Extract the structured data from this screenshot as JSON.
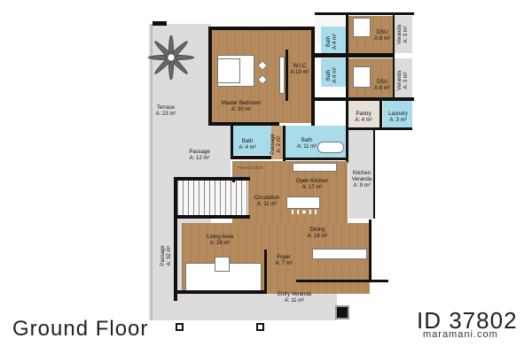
{
  "plan": {
    "title": "Ground Floor",
    "id": "ID 37802",
    "website": "maramani.com"
  },
  "rooms": {
    "terrace": {
      "name": "Terrace",
      "area": "A: 23 m²"
    },
    "master_bedroom": {
      "name": "Master Bedroom",
      "area": "A: 30 m²"
    },
    "wic": {
      "name": "W.I.C",
      "area": "A:13 m²"
    },
    "bath_dsu1": {
      "name": "Bath",
      "area": "A:4 m²"
    },
    "bath_dsu2": {
      "name": "Bath",
      "area": "A:4 m²"
    },
    "dsu1": {
      "name": "DSU",
      "area": "A:8 m²"
    },
    "dsu2": {
      "name": "DSU",
      "area": "A:8 m²"
    },
    "veranda1": {
      "name": "Veranda",
      "area": "A: 3 m²"
    },
    "veranda2": {
      "name": "Veranda",
      "area": "A: 3 m²"
    },
    "pantry": {
      "name": "Pantry",
      "area": "A: 4 m²"
    },
    "laundry": {
      "name": "Laundry",
      "area": "A: 3 m²"
    },
    "bath_small": {
      "name": "Bath",
      "area": "A: 4 m²"
    },
    "passage_small": {
      "name": "Passage",
      "area": "A: 2 m²"
    },
    "bath_master": {
      "name": "Bath",
      "area": "A: 11 m²"
    },
    "passage_12": {
      "name": "Passage",
      "area": "A: 12 m²"
    },
    "first_aid": {
      "name": "First Aid Shelf"
    },
    "open_kitchen": {
      "name": "Open Kitchen",
      "area": "A: 17 m²"
    },
    "kitchen_veranda": {
      "name": "Kitchen Veranda",
      "name_line1": "Kitchen",
      "name_line2": "Veranda",
      "area": "A: 9 m²"
    },
    "circulation": {
      "name": "Circulation",
      "area": "A: 11 m²"
    },
    "living_area": {
      "name": "Living Area",
      "area": "A: 28 m²"
    },
    "dining": {
      "name": "Dining",
      "area": "A: 16 m²"
    },
    "foyer": {
      "name": "Foyer",
      "area": "A: 7 m²"
    },
    "passage_32": {
      "name": "Passage",
      "area": "A: 32 m²"
    },
    "entry_veranda": {
      "name": "Entry Veranda",
      "area": "A: 11 m²"
    }
  },
  "colors": {
    "wall": "#111111",
    "wood_floor": "#b58a5c",
    "bath_tile": "#a9dcea",
    "paving": "#dcdcdc"
  }
}
